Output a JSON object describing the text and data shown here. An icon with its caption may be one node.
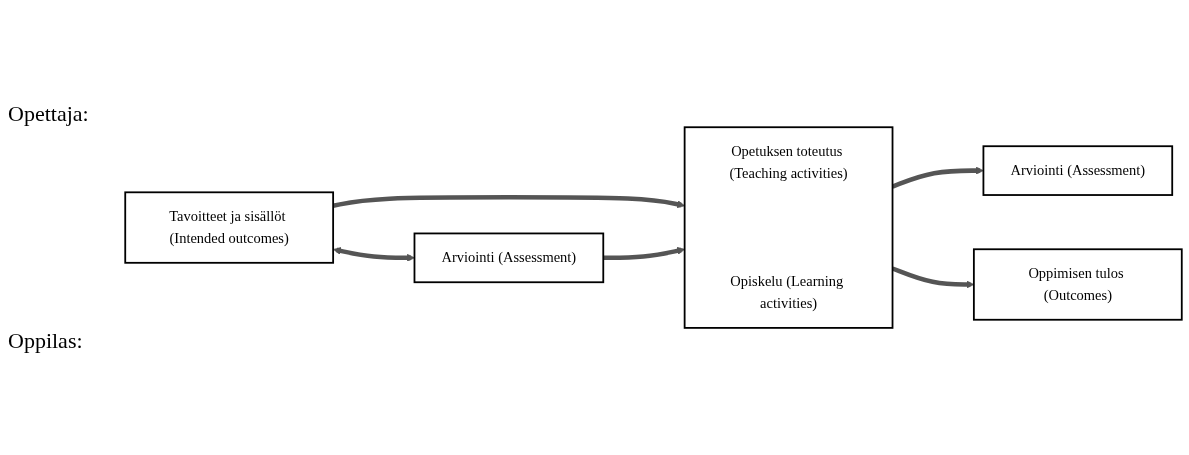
{
  "diagram": {
    "nodes": [
      {
        "text": [
          "Tavoitteet ja sisällöt (Intended outcomes)"
        ]
      },
      {
        "text": [
          "Opetuksen toteutus (Teaching activities)",
          "Opiskelu (Learning activities)"
        ]
      },
      {
        "text": [
          "Arviointi (Assessment)"
        ]
      },
      {
        "text": [
          "Arviointi (Assessment)"
        ]
      },
      {
        "text": [
          "Oppimisen tulos (Outcomes)"
        ]
      }
    ],
    "edges": [
      {
        "from": 0,
        "to": 1,
        "arrow": "to"
      },
      {
        "from": 1,
        "to": 2,
        "arrow": "to"
      },
      {
        "from": 0,
        "to": 3,
        "arrow": "both"
      },
      {
        "from": 3,
        "to": 1,
        "arrow": "to"
      },
      {
        "from": 1,
        "to": 4,
        "arrow": "to"
      }
    ],
    "labels": [
      "Opettaja:",
      "Oppilas:"
    ]
  }
}
